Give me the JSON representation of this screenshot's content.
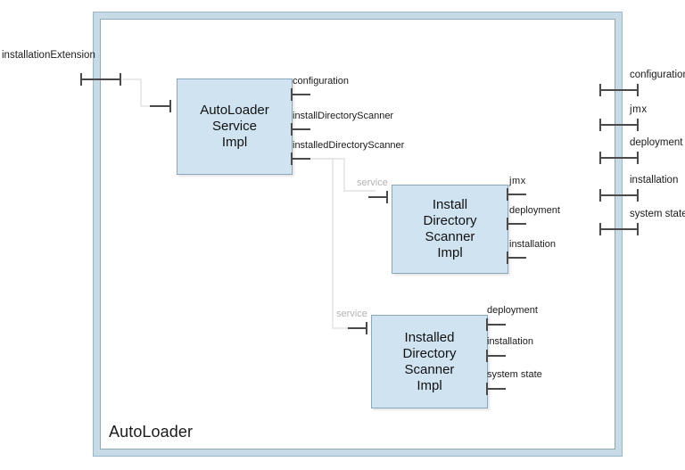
{
  "diagram": {
    "type": "uml-component-diagram",
    "title": "AutoLoader",
    "colors": {
      "component_fill": "#d0e3f1",
      "component_border": "#8aa7bb",
      "frame_band": "#c6dbe6",
      "frame_border": "#8fa9b7",
      "connector": "#e2e2e2",
      "port_symbol": "#4a4a4a",
      "label_text": "#1a1a1a",
      "muted_label_text": "#b3b3b3",
      "background": "#ffffff"
    }
  },
  "frame": {
    "title": "AutoLoader",
    "left_ports": [
      {
        "label": "installationExtension"
      }
    ],
    "right_ports": [
      {
        "label": "configuration"
      },
      {
        "label": "jmx"
      },
      {
        "label": "deployment"
      },
      {
        "label": "installation"
      },
      {
        "label": "system state"
      }
    ]
  },
  "components": [
    {
      "id": "autoloader-service-impl",
      "name": "AutoLoader\nService\nImpl",
      "required_ports": [
        {
          "label": "installationExtension"
        }
      ],
      "provided_ports": [
        {
          "label": "configuration"
        },
        {
          "label": "installDirectoryScanner"
        },
        {
          "label": "installedDirectoryScanner"
        }
      ]
    },
    {
      "id": "install-directory-scanner-impl",
      "name": "Install\nDirectory\nScanner\nImpl",
      "required_ports": [
        {
          "label": "service"
        }
      ],
      "provided_ports": [
        {
          "label": "jmx"
        },
        {
          "label": "deployment"
        },
        {
          "label": "installation"
        }
      ]
    },
    {
      "id": "installed-directory-scanner-impl",
      "name": "Installed\nDirectory\nScanner\nImpl",
      "required_ports": [
        {
          "label": "service"
        }
      ],
      "provided_ports": [
        {
          "label": "deployment"
        },
        {
          "label": "installation"
        },
        {
          "label": "system state"
        }
      ]
    }
  ],
  "connections": [
    {
      "from": "frame.installationExtension",
      "to": "autoloader-service-impl.installationExtension"
    },
    {
      "from": "autoloader-service-impl.installDirectoryScanner",
      "to": "install-directory-scanner-impl.service"
    },
    {
      "from": "autoloader-service-impl.installedDirectoryScanner",
      "to": "installed-directory-scanner-impl.service"
    }
  ]
}
